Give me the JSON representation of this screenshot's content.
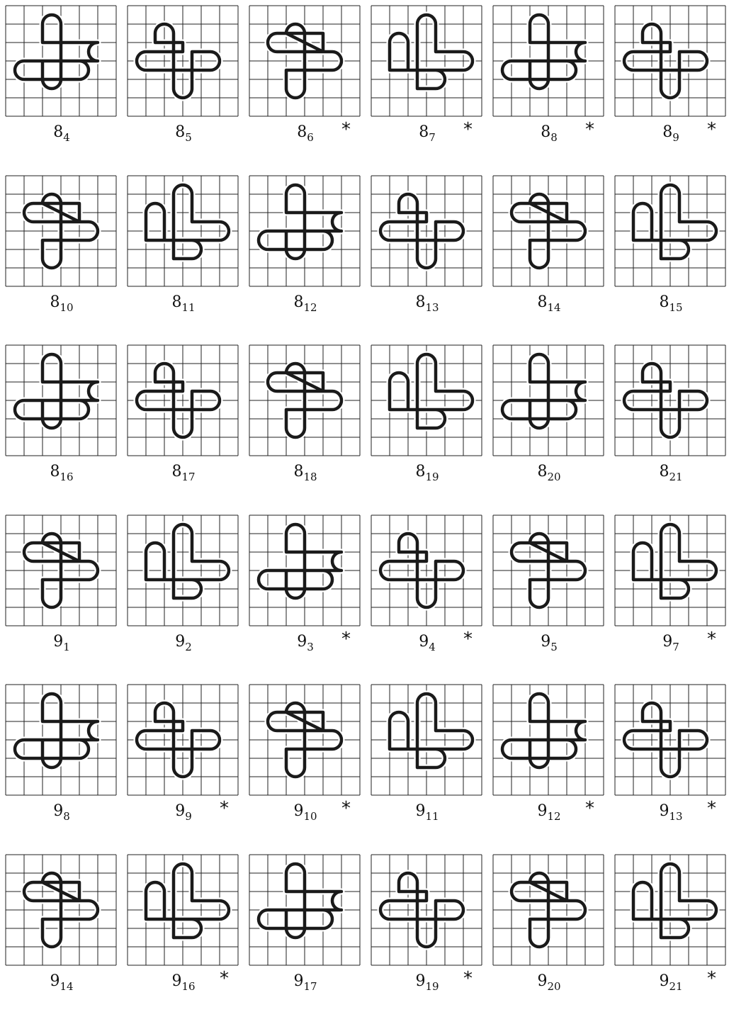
{
  "knots": [
    {
      "number": "8",
      "index": "4",
      "starred": false
    },
    {
      "number": "8",
      "index": "5",
      "starred": false
    },
    {
      "number": "8",
      "index": "6",
      "starred": true
    },
    {
      "number": "8",
      "index": "7",
      "starred": true
    },
    {
      "number": "8",
      "index": "8",
      "starred": true
    },
    {
      "number": "8",
      "index": "9",
      "starred": true
    },
    {
      "number": "8",
      "index": "10",
      "starred": false
    },
    {
      "number": "8",
      "index": "11",
      "starred": false
    },
    {
      "number": "8",
      "index": "12",
      "starred": false
    },
    {
      "number": "8",
      "index": "13",
      "starred": false
    },
    {
      "number": "8",
      "index": "14",
      "starred": false
    },
    {
      "number": "8",
      "index": "15",
      "starred": false
    },
    {
      "number": "8",
      "index": "16",
      "starred": false
    },
    {
      "number": "8",
      "index": "17",
      "starred": false
    },
    {
      "number": "8",
      "index": "18",
      "starred": false
    },
    {
      "number": "8",
      "index": "19",
      "starred": false
    },
    {
      "number": "8",
      "index": "20",
      "starred": false
    },
    {
      "number": "8",
      "index": "21",
      "starred": false
    },
    {
      "number": "9",
      "index": "1",
      "starred": false
    },
    {
      "number": "9",
      "index": "2",
      "starred": false
    },
    {
      "number": "9",
      "index": "3",
      "starred": true
    },
    {
      "number": "9",
      "index": "4",
      "starred": true
    },
    {
      "number": "9",
      "index": "5",
      "starred": false
    },
    {
      "number": "9",
      "index": "7",
      "starred": true
    },
    {
      "number": "9",
      "index": "8",
      "starred": false
    },
    {
      "number": "9",
      "index": "9",
      "starred": true
    },
    {
      "number": "9",
      "index": "10",
      "starred": true
    },
    {
      "number": "9",
      "index": "11",
      "starred": false
    },
    {
      "number": "9",
      "index": "12",
      "starred": true
    },
    {
      "number": "9",
      "index": "13",
      "starred": true
    },
    {
      "number": "9",
      "index": "14",
      "starred": false
    },
    {
      "number": "9",
      "index": "16",
      "starred": true
    },
    {
      "number": "9",
      "index": "17",
      "starred": false
    },
    {
      "number": "9",
      "index": "19",
      "starred": true
    },
    {
      "number": "9",
      "index": "20",
      "starred": false
    },
    {
      "number": "9",
      "index": "21",
      "starred": true
    }
  ],
  "star_symbol": "*",
  "colors": {
    "strand": "#1a1a1a",
    "grid": "#222222",
    "background": "#ffffff"
  }
}
